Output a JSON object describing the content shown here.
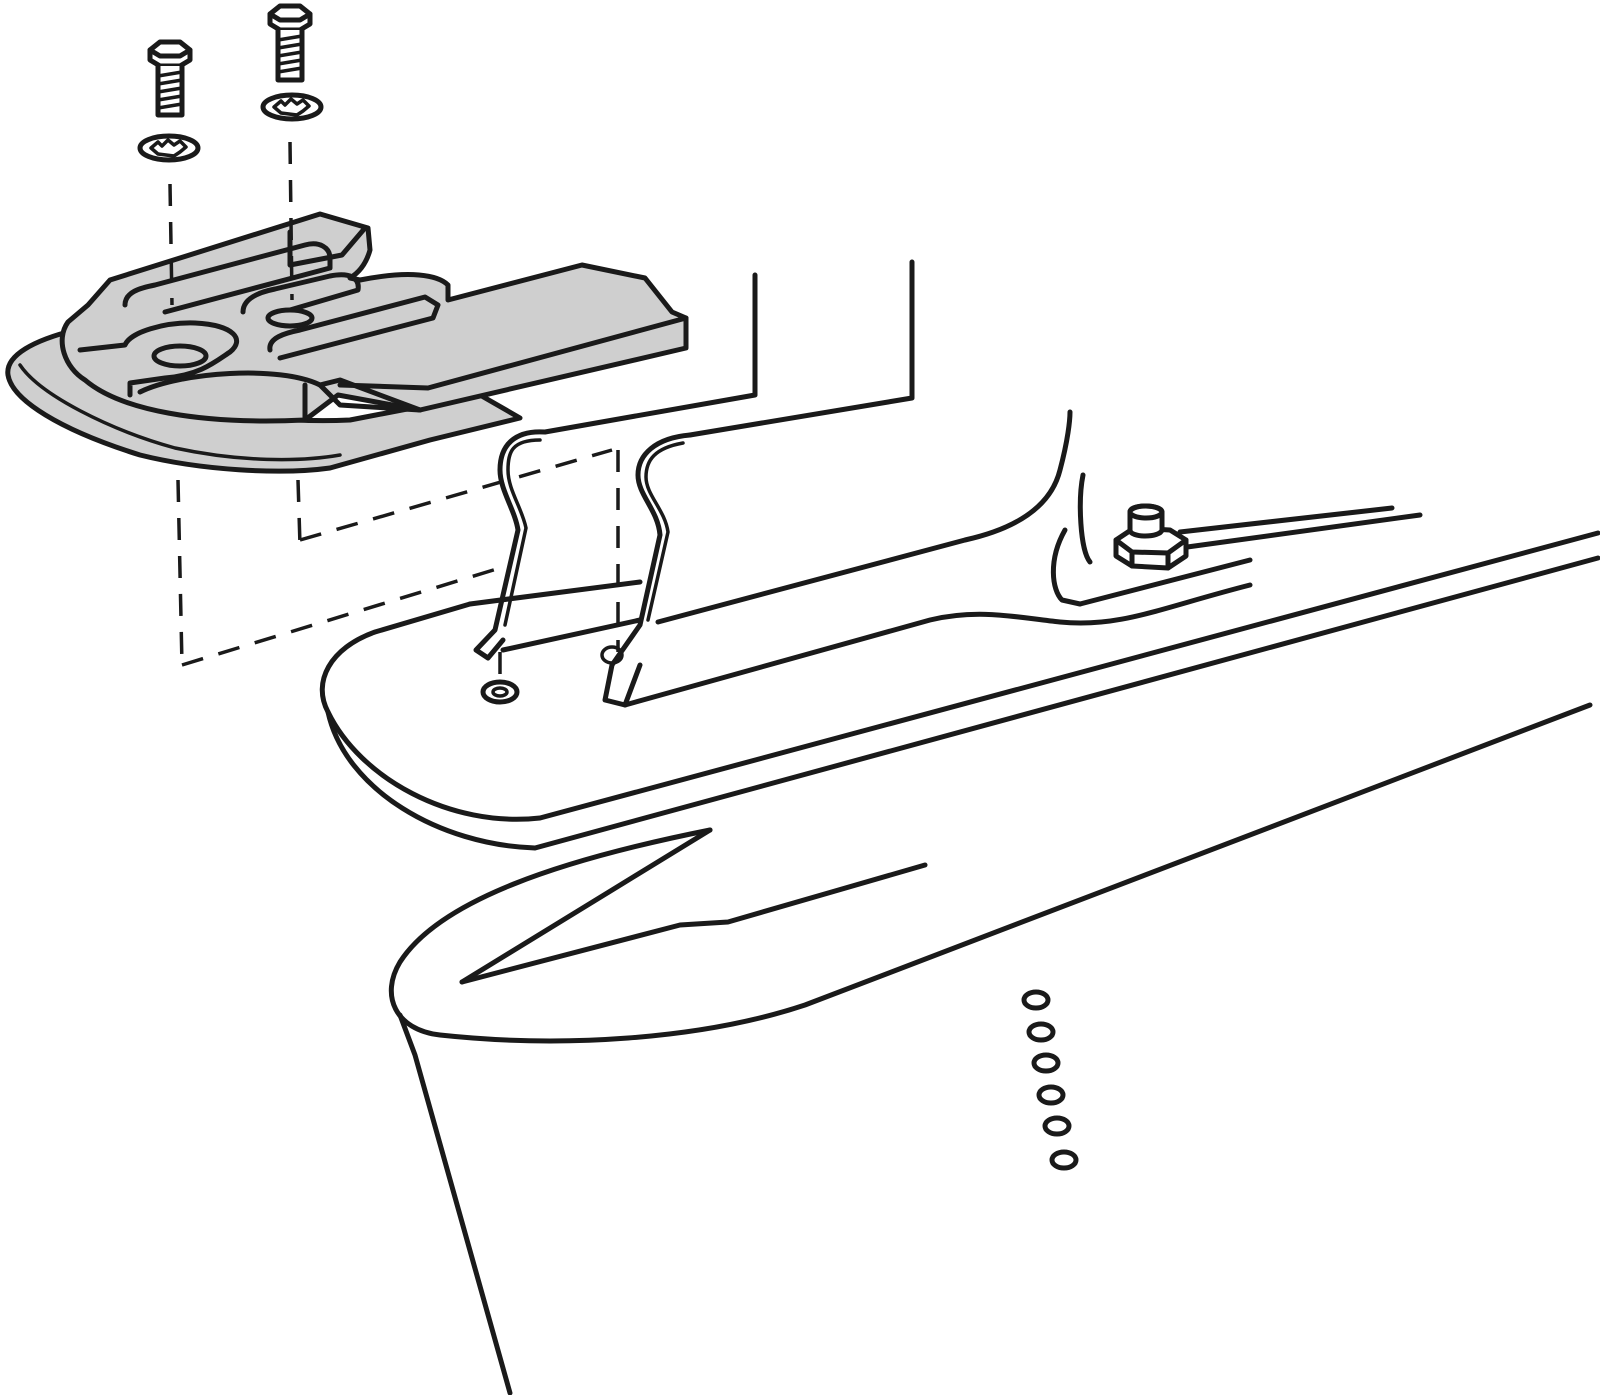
{
  "figure": {
    "background": "#ffffff",
    "line_color": "#1a1a1a",
    "part_fill": "#cfcfcf",
    "parts": [
      {
        "name": "hex-bolt-icon",
        "count": 2
      },
      {
        "name": "star-lock-washer-icon",
        "count": 2
      },
      {
        "name": "trim-tab-anode-plate",
        "color": "#cfcfcf"
      },
      {
        "name": "mounting-bracket"
      },
      {
        "name": "anti-cavitation-plate"
      },
      {
        "name": "hex-nut-icon",
        "count": 1
      },
      {
        "name": "gearcase-housing"
      },
      {
        "name": "water-intake-holes",
        "count": 6
      }
    ]
  }
}
